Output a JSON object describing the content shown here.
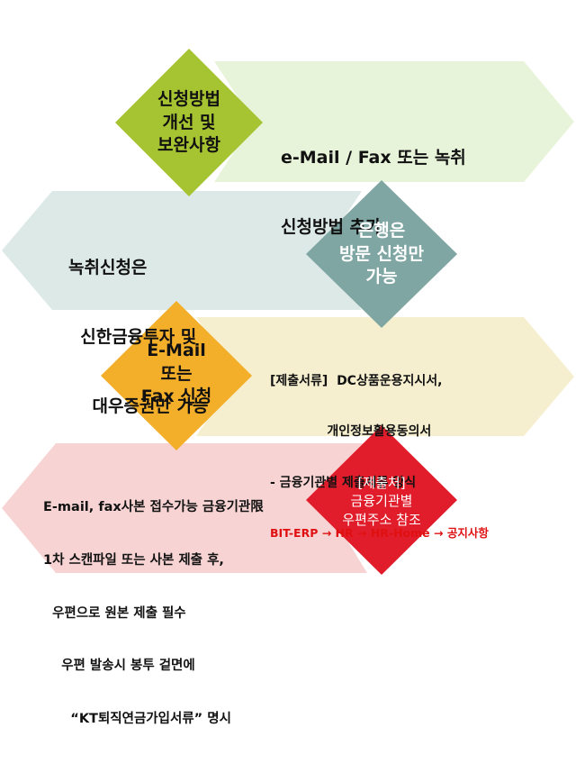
{
  "rows": [
    {
      "diamond_lines": [
        "신청방법",
        "개선 및",
        "보완사항"
      ],
      "arrow_lines": [
        "e-Mail / Fax 또는 녹취",
        "신청방법 추가"
      ],
      "colors": {
        "diamond": "#a6c431",
        "arrow": "#e8f4d9",
        "diamond_text": "#111111"
      }
    },
    {
      "diamond_lines": [
        "은행은",
        "방문 신청만",
        "가능"
      ],
      "arrow_lines": [
        "녹취신청은",
        "  신한금융투자 및",
        "    대우증권만 가능"
      ],
      "colors": {
        "diamond": "#7fa6a3",
        "arrow": "#dce9e6",
        "diamond_text": "#ffffff"
      }
    },
    {
      "diamond_lines": [
        "E-Mail",
        "또는",
        "Fax 신청"
      ],
      "arrow_lines": [
        "[제출서류]  DC상품운용지시서,",
        "             개인정보활용동의서",
        "- 금융기관별 제출서류 양식"
      ],
      "red_line": "BIT-ERP → HR → HR-Home → 공지사항",
      "colors": {
        "diamond": "#f3ae2a",
        "arrow": "#f6efcf",
        "diamond_text": "#111111",
        "red": "#e01010"
      }
    },
    {
      "diamond_lines": [
        "[제출처]",
        "금융기관별",
        "우편주소 참조"
      ],
      "arrow_lines": [
        "E-mail, fax사본 접수가능 금융기관限",
        "1차 스캔파일 또는 사본 제출 후,",
        "  우편으로 원본 제출 필수",
        "    우편 발송시 봉투 겉면에",
        "      “KT퇴직연금가입서류” 명시"
      ],
      "colors": {
        "diamond": "#e21d2b",
        "arrow": "#f7d4d3",
        "diamond_text": "#ffffff"
      }
    }
  ]
}
